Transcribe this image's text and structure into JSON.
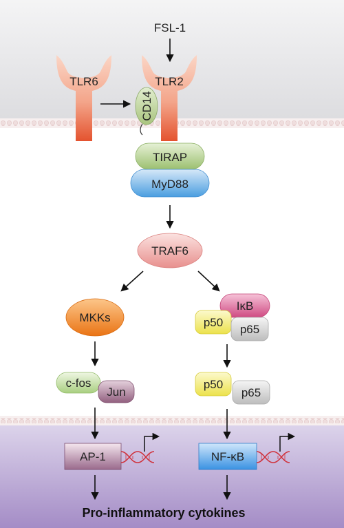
{
  "ligand": "FSL-1",
  "receptors": {
    "tlr6": "TLR6",
    "tlr2": "TLR2",
    "cd14": "CD14"
  },
  "adaptors": {
    "tirap": "TIRAP",
    "myd88": "MyD88"
  },
  "traf6": "TRAF6",
  "left_branch": {
    "mkks": "MKKs",
    "cfos": "c-fos",
    "jun": "Jun",
    "ap1": "AP-1"
  },
  "right_branch": {
    "ikb": "IκB",
    "p50": "p50",
    "p65": "p65",
    "p50b": "p50",
    "p65b": "p65",
    "nfkb": "NF-κB"
  },
  "output": "Pro-inflammatory cytokines",
  "colors": {
    "extracellular_top": "#e6e6e8",
    "membrane_fill": "#f6eeee",
    "membrane_dot": "#e9d2d2",
    "nucleus_top": "#d9d2e8",
    "nucleus_bottom": "#a993c8",
    "receptor_top": "#f8c8b4",
    "receptor_bottom": "#e8603a",
    "tirap": "#b9d494",
    "myd88": "#7fb8e8",
    "traf6": "#f3b7b6",
    "mkks": "#f08a2a",
    "cfos": "#c6e0a8",
    "jun": "#b48aa6",
    "ap1": "#c49ab8",
    "ikb": "#d96a98",
    "p50": "#f2ec79",
    "p65": "#d6d6d6",
    "nfkb": "#5aa8ec",
    "dna": "#d0303a"
  }
}
